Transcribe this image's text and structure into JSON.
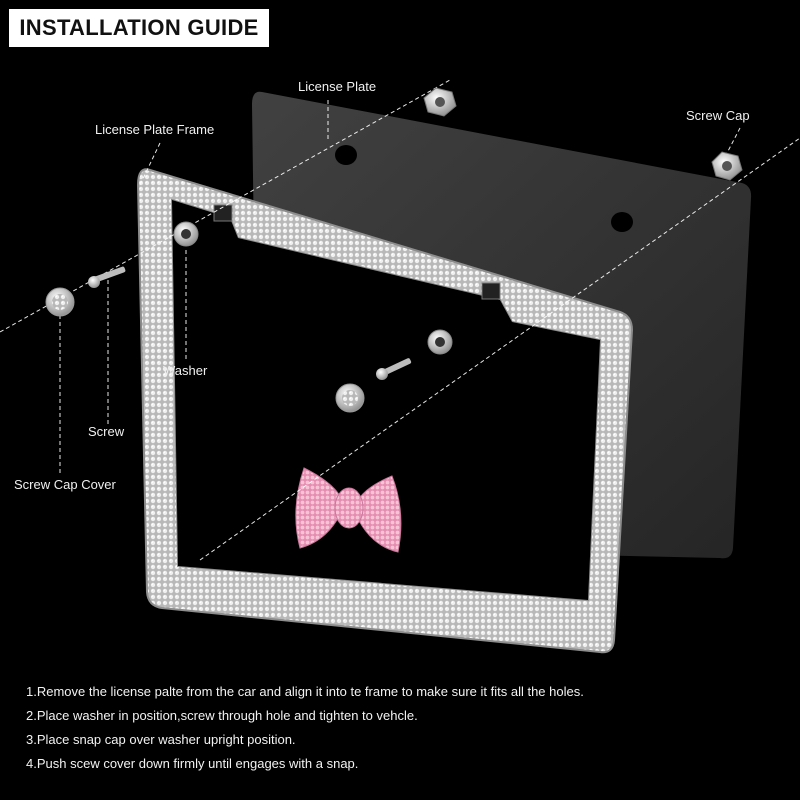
{
  "title": "INSTALLATION GUIDE",
  "labels": {
    "license_plate": "License Plate",
    "license_plate_frame": "License Plate Frame",
    "screw_cap": "Screw Cap",
    "washer": "Washer",
    "screw": "Screw",
    "screw_cap_cover": "Screw Cap Cover"
  },
  "steps": [
    "1.Remove the license palte from the car and align it into te frame to make sure it fits  all the holes.",
    "2.Place washer in position,screw through hole and tighten to vehcle.",
    "3.Place snap cap over washer upright position.",
    "4.Push scew cover down firmly until engages with a snap."
  ],
  "colors": {
    "background": "#000000",
    "frame": "#c9c9c9",
    "plate": "#3a3a3a",
    "bow": "#f0a8c4",
    "text": "#f0f0f0"
  }
}
